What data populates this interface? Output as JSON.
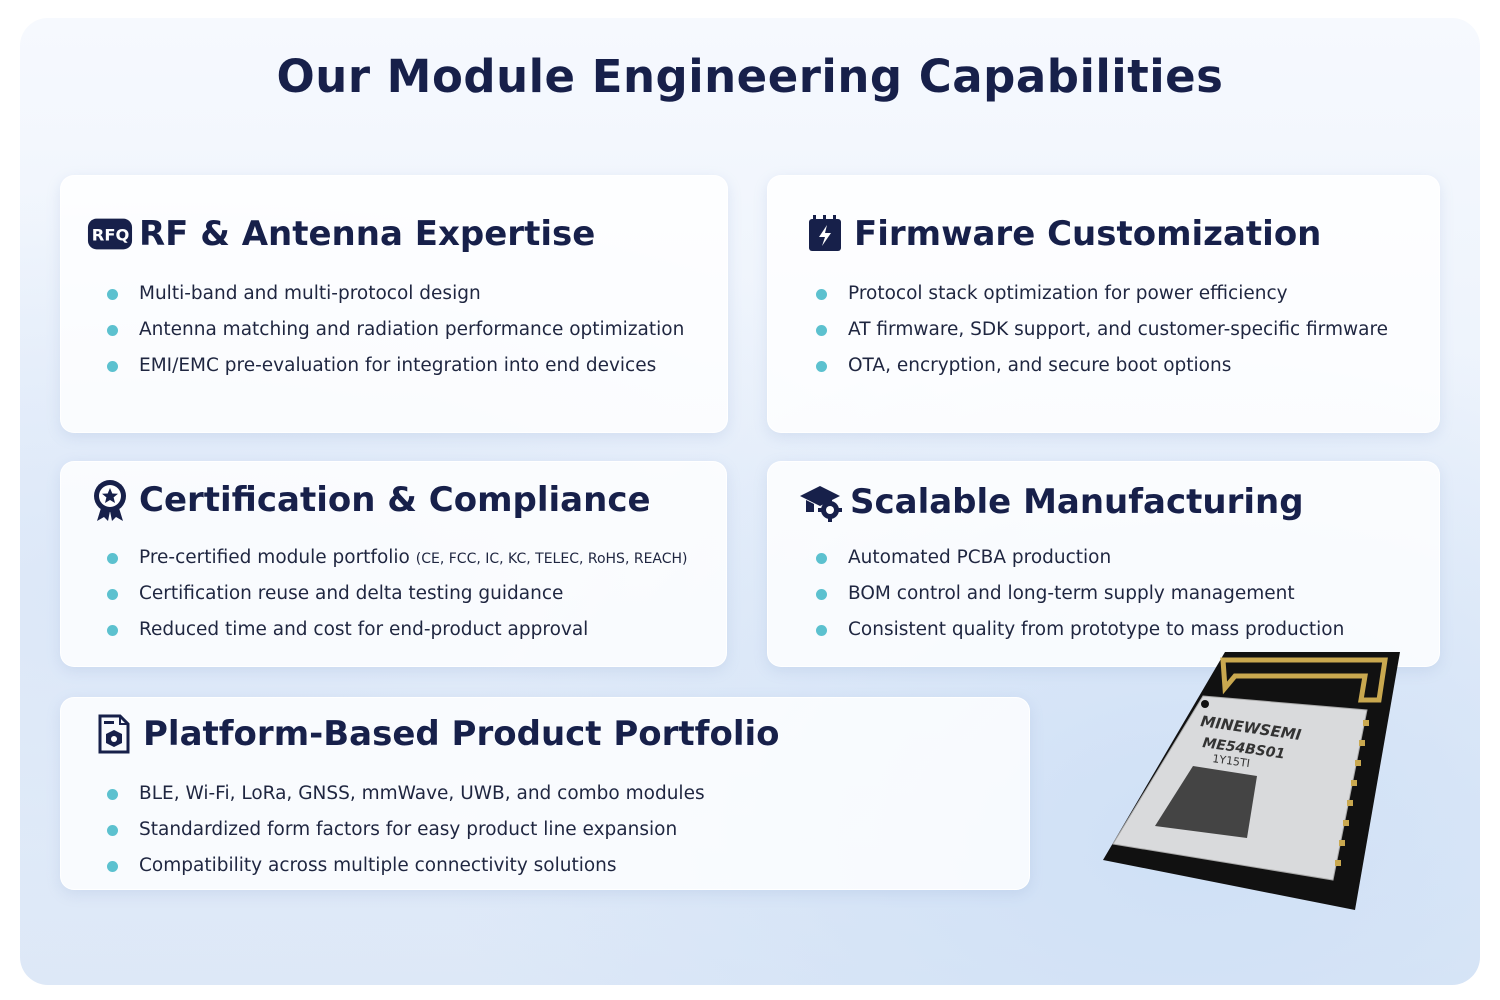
{
  "title": "Our Module Engineering Capabilities",
  "cards": [
    {
      "title": "RF & Antenna Expertise",
      "icon": "rf-antenna-icon",
      "icon_text": "RFQ",
      "items": [
        "Multi-band and multi-protocol design",
        "Antenna matching and radiation performance optimization",
        "EMI/EMC pre-evaluation for integration into end devices"
      ]
    },
    {
      "title": "Firmware Customization",
      "icon": "firmware-chip-icon",
      "items": [
        "Protocol stack optimization for power efficiency",
        "AT firmware, SDK support, and customer-specific firmware",
        "OTA, encryption, and secure boot options"
      ]
    },
    {
      "title": "Certification & Compliance",
      "icon": "certification-badge-icon",
      "items": [
        "Pre-certified module portfolio",
        "Certification reuse and delta testing guidance",
        "Reduced time and cost for end-product approval"
      ],
      "item0_note": "(CE, FCC, IC, KC, TELEC, RoHS, REACH)"
    },
    {
      "title": "Scalable Manufacturing",
      "icon": "manufacturing-gear-icon",
      "items": [
        "Automated PCBA production",
        "BOM control and long-term supply management",
        "Consistent quality from prototype to mass production"
      ]
    },
    {
      "title": "Platform-Based Product Portfolio",
      "icon": "product-document-icon",
      "items": [
        "BLE, Wi-Fi, LoRa, GNSS, mmWave, UWB, and combo modules",
        "Standardized form factors for easy product line expansion",
        "Compatibility across multiple connectivity solutions"
      ]
    }
  ],
  "module": {
    "brand": "MINEWSEMI",
    "model": "ME54BS01",
    "code": "1Y15TI"
  },
  "colors": {
    "navy": "#17204a",
    "bullet": "#5cc1cf"
  }
}
